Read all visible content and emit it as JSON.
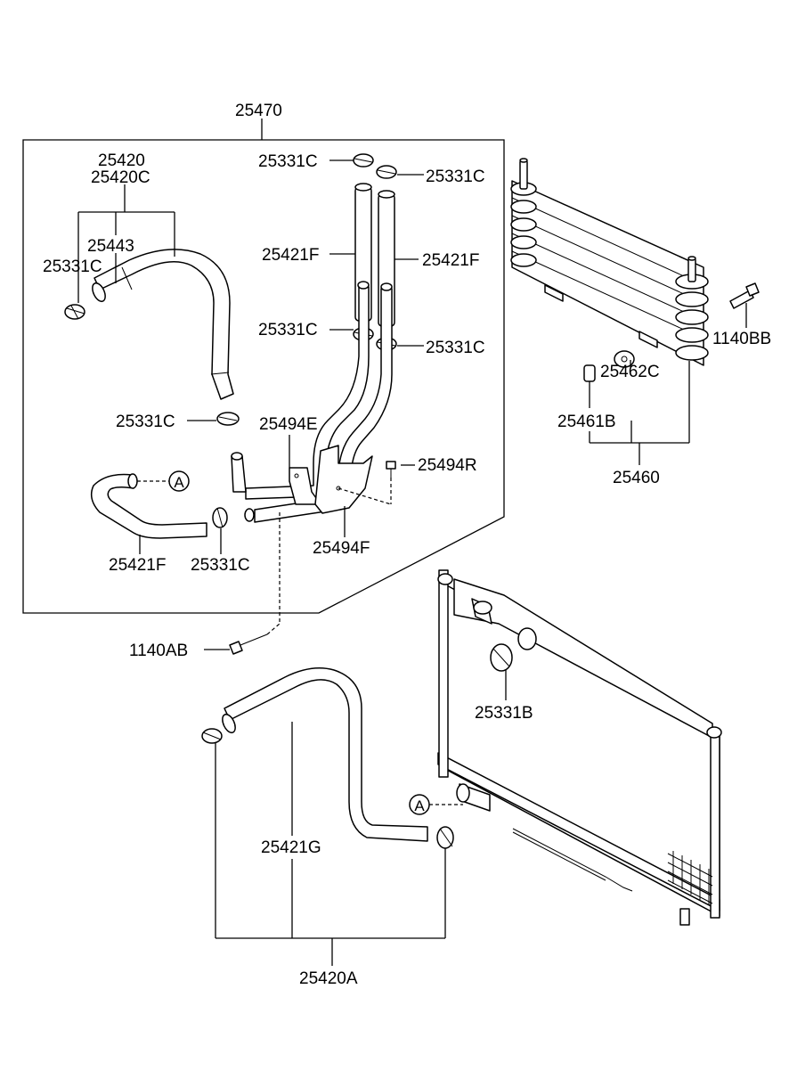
{
  "diagram": {
    "labels": {
      "assy_25470": "25470",
      "hose_25420": "25420",
      "hose_25420c": "25420C",
      "hose_25443": "25443",
      "clamp_left": "25331C",
      "clamp_top_a": "25331C",
      "clamp_top_b": "25331C",
      "pipe_left": "25421F",
      "pipe_right": "25421F",
      "clamp_mid_a": "25331C",
      "clamp_mid_b": "25331C",
      "clamp_lower_left": "25331C",
      "bracket_e": "25494E",
      "bolt_r": "25494R",
      "bracket_f": "25494F",
      "hose_lower_f": "25421F",
      "clamp_lower": "25331C",
      "cooler_bolt": "1140BB",
      "grommet_c": "25462C",
      "insulator_b": "25461B",
      "cooler_assy": "25460",
      "bolt_ab": "1140AB",
      "radiator_clamp": "25331B",
      "hose_25421g": "25421G",
      "hose_assy_25420a": "25420A",
      "ref_a_upper": "A",
      "ref_a_lower": "A"
    }
  }
}
